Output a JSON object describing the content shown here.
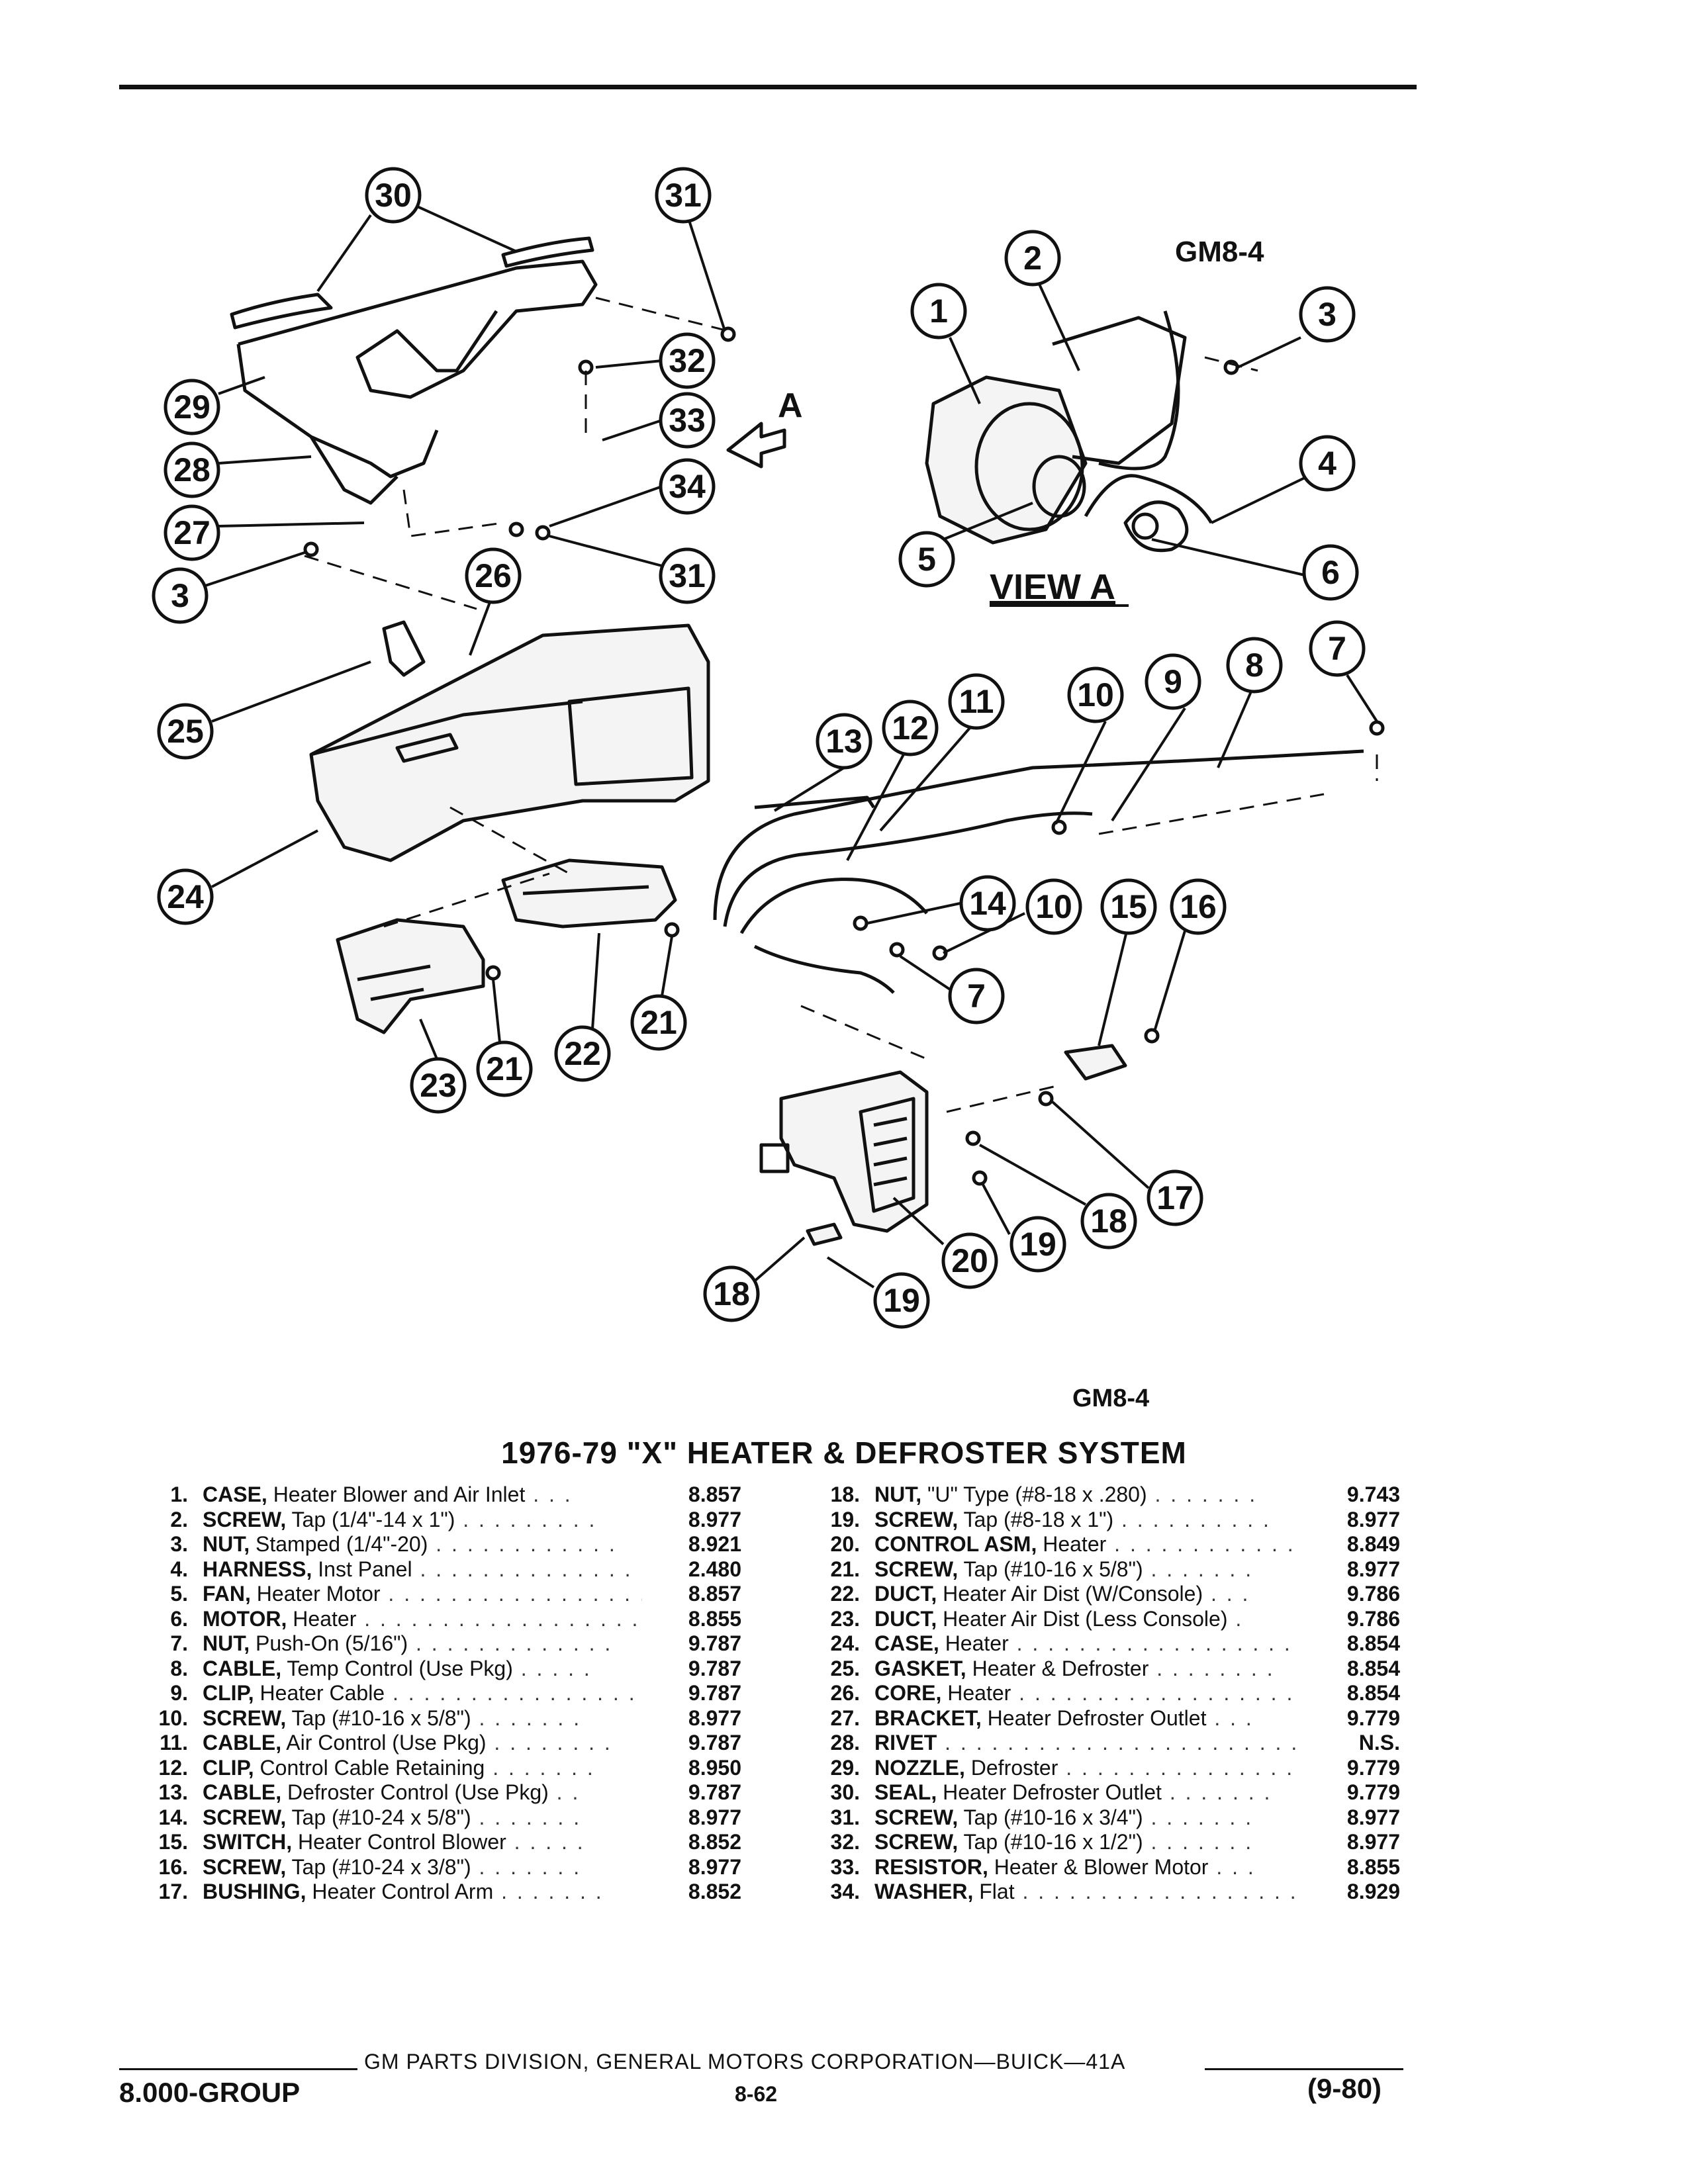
{
  "diagram": {
    "code_top": "GM8-4",
    "code_bottom": "GM8-4",
    "view_label": "VIEW A",
    "view_marker": "A",
    "callouts": [
      "30",
      "31",
      "32",
      "29",
      "33",
      "28",
      "34",
      "27",
      "3",
      "31",
      "26",
      "25",
      "24",
      "23",
      "21",
      "22",
      "21",
      "1",
      "2",
      "3",
      "4",
      "5",
      "6",
      "7",
      "8",
      "9",
      "10",
      "11",
      "12",
      "13",
      "14",
      "10",
      "15",
      "16",
      "7",
      "17",
      "18",
      "19",
      "20",
      "18",
      "19"
    ]
  },
  "title": "1976-79 \"X\" HEATER & DEFROSTER SYSTEM",
  "parts_left": [
    {
      "num": "1.",
      "name": "CASE,",
      "desc": " Heater Blower and Air Inlet",
      "dots": " . . .",
      "code": "8.857"
    },
    {
      "num": "2.",
      "name": "SCREW,",
      "desc": " Tap (1/4\"-14 x 1\")",
      "dots": " . . . . . . . . .",
      "code": "8.977"
    },
    {
      "num": "3.",
      "name": "NUT,",
      "desc": " Stamped (1/4\"-20)",
      "dots": " . . . . . . . . . . . .",
      "code": "8.921"
    },
    {
      "num": "4.",
      "name": "HARNESS,",
      "desc": " Inst Panel",
      "dots": " . . . . . . . . . . . . . .",
      "code": "2.480"
    },
    {
      "num": "5.",
      "name": "FAN,",
      "desc": " Heater Motor",
      "dots": " . . . . . . . . . . . . . . . . .",
      "code": "8.857"
    },
    {
      "num": "6.",
      "name": "MOTOR,",
      "desc": " Heater",
      "dots": " . . . . . . . . . . . . . . . . . .",
      "code": "8.855"
    },
    {
      "num": "7.",
      "name": "NUT,",
      "desc": " Push-On (5/16\")",
      "dots": " . . . . . . . . . . . . .",
      "code": "9.787"
    },
    {
      "num": "8.",
      "name": "CABLE,",
      "desc": " Temp Control (Use Pkg)",
      "dots": " . . . . .",
      "code": "9.787"
    },
    {
      "num": "9.",
      "name": "CLIP,",
      "desc": " Heater Cable",
      "dots": " . . . . . . . . . . . . . . . .",
      "code": "9.787"
    },
    {
      "num": "10.",
      "name": "SCREW,",
      "desc": " Tap (#10-16 x 5/8\")",
      "dots": " . . . . . . .",
      "code": "8.977"
    },
    {
      "num": "11.",
      "name": "CABLE,",
      "desc": " Air Control (Use Pkg)",
      "dots": " . . . . . . . .",
      "code": "9.787"
    },
    {
      "num": "12.",
      "name": "CLIP,",
      "desc": " Control Cable Retaining",
      "dots": " . . . . . . .",
      "code": "8.950"
    },
    {
      "num": "13.",
      "name": "CABLE,",
      "desc": " Defroster Control (Use Pkg)",
      "dots": " . .",
      "code": "9.787"
    },
    {
      "num": "14.",
      "name": "SCREW,",
      "desc": " Tap (#10-24 x 5/8\")",
      "dots": " . . . . . . .",
      "code": "8.977"
    },
    {
      "num": "15.",
      "name": "SWITCH,",
      "desc": " Heater Control Blower",
      "dots": " . . . . .",
      "code": "8.852"
    },
    {
      "num": "16.",
      "name": "SCREW,",
      "desc": " Tap (#10-24 x 3/8\")",
      "dots": " . . . . . . .",
      "code": "8.977"
    },
    {
      "num": "17.",
      "name": "BUSHING,",
      "desc": " Heater Control Arm",
      "dots": " . . . . . . .",
      "code": "8.852"
    }
  ],
  "parts_right": [
    {
      "num": "18.",
      "name": "NUT,",
      "desc": " \"U\" Type (#8-18 x .280)",
      "dots": " . . . . . . .",
      "code": "9.743"
    },
    {
      "num": "19.",
      "name": "SCREW,",
      "desc": " Tap (#8-18 x 1\")",
      "dots": " . . . . . . . . . .",
      "code": "8.977"
    },
    {
      "num": "20.",
      "name": "CONTROL ASM,",
      "desc": " Heater",
      "dots": " . . . . . . . . . . . .",
      "code": "8.849"
    },
    {
      "num": "21.",
      "name": "SCREW,",
      "desc": " Tap (#10-16 x 5/8\")",
      "dots": " . . . . . . .",
      "code": "8.977"
    },
    {
      "num": "22.",
      "name": "DUCT,",
      "desc": " Heater Air Dist (W/Console)",
      "dots": " . . .",
      "code": "9.786"
    },
    {
      "num": "23.",
      "name": "DUCT,",
      "desc": " Heater Air Dist (Less Console)",
      "dots": " .",
      "code": "9.786"
    },
    {
      "num": "24.",
      "name": "CASE,",
      "desc": " Heater",
      "dots": " . . . . . . . . . . . . . . . . . . .",
      "code": "8.854"
    },
    {
      "num": "25.",
      "name": "GASKET,",
      "desc": " Heater & Defroster",
      "dots": " . . . . . . . .",
      "code": "8.854"
    },
    {
      "num": "26.",
      "name": "CORE,",
      "desc": " Heater",
      "dots": " . . . . . . . . . . . . . . . . . . .",
      "code": "8.854"
    },
    {
      "num": "27.",
      "name": "BRACKET,",
      "desc": " Heater Defroster Outlet",
      "dots": " . . .",
      "code": "9.779"
    },
    {
      "num": "28.",
      "name": "RIVET",
      "desc": "",
      "dots": " . . . . . . . . . . . . . . . . . . . . . . . . .",
      "code": "N.S."
    },
    {
      "num": "29.",
      "name": "NOZZLE,",
      "desc": " Defroster",
      "dots": " . . . . . . . . . . . . . . . .",
      "code": "9.779"
    },
    {
      "num": "30.",
      "name": "SEAL,",
      "desc": " Heater Defroster Outlet",
      "dots": " . . . . . . .",
      "code": "9.779"
    },
    {
      "num": "31.",
      "name": "SCREW,",
      "desc": " Tap (#10-16 x 3/4\")",
      "dots": " . . . . . . .",
      "code": "8.977"
    },
    {
      "num": "32.",
      "name": "SCREW,",
      "desc": " Tap (#10-16 x 1/2\")",
      "dots": " . . . . . . .",
      "code": "8.977"
    },
    {
      "num": "33.",
      "name": "RESISTOR,",
      "desc": " Heater & Blower Motor",
      "dots": " . . .",
      "code": "8.855"
    },
    {
      "num": "34.",
      "name": "WASHER,",
      "desc": " Flat",
      "dots": " . . . . . . . . . . . . . . . . . . . .",
      "code": "8.929"
    }
  ],
  "footer": {
    "corp": "GM PARTS DIVISION, GENERAL MOTORS CORPORATION—BUICK—41A",
    "group": "8.000-GROUP",
    "page": "8-62",
    "date": "(9-80)"
  }
}
